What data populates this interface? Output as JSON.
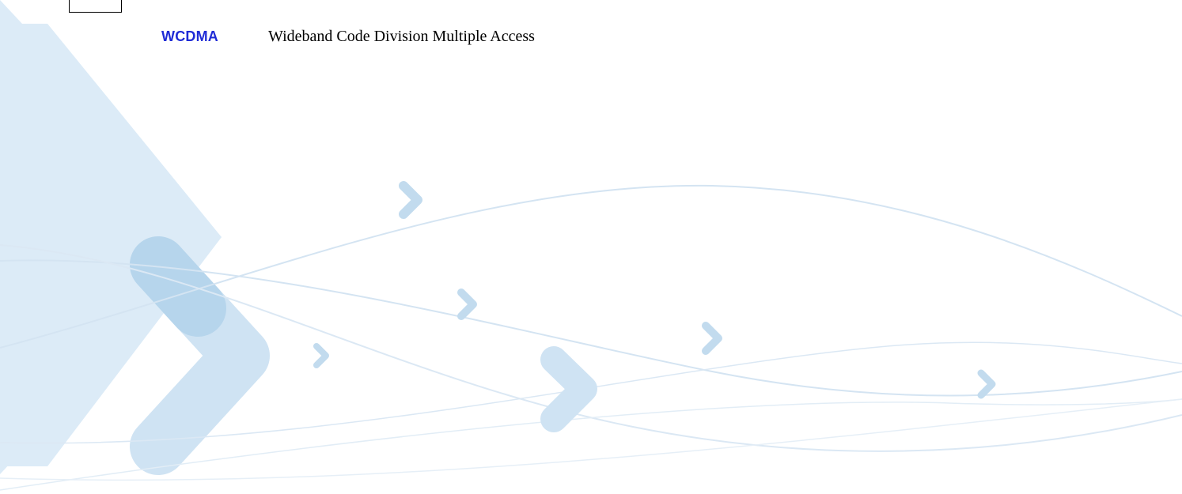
{
  "glossary": {
    "term": "WCDMA",
    "definition": "Wideband Code Division Multiple Access"
  },
  "colors": {
    "term_color": "#1f2bd6",
    "watermark_light": "#dcebf7",
    "watermark_mid": "#b6d5ec",
    "swoosh_line": "#d4e4f2"
  },
  "icons": {
    "watermark": "chevron-swoosh-watermark"
  }
}
